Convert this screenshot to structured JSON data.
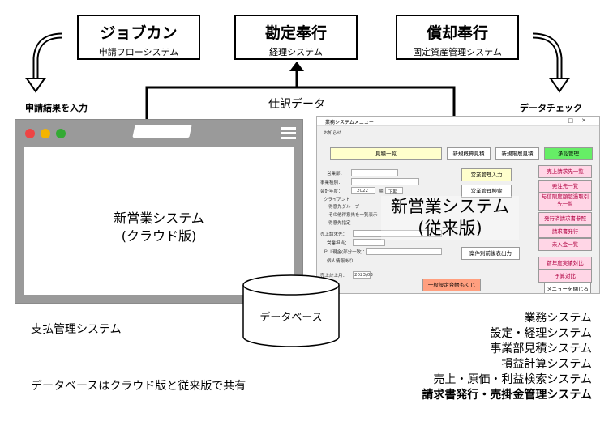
{
  "systems": {
    "jobcan": {
      "title": "ジョブカン",
      "subtitle": "申請フローシステム"
    },
    "kanjo": {
      "title": "勘定奉行",
      "subtitle": "経理システム"
    },
    "shokyaku": {
      "title": "償却奉行",
      "subtitle": "固定資産管理システム"
    }
  },
  "labels": {
    "left_flow": "申請結果を入力",
    "center_flow": "仕訳データ",
    "right_flow": "データチェック"
  },
  "browser": {
    "line1": "新営業システム",
    "line2": "(クラウド版)"
  },
  "app": {
    "window_title": "業務システムメニュー",
    "notice": "お知らせ",
    "top_buttons": [
      "見積一覧",
      "新規概算見積",
      "新規階層見積",
      "承認管理"
    ],
    "fields": {
      "department": "営業部：",
      "business_type": "事業種別：",
      "fiscal_year": "会計年度：",
      "year_value": "2022",
      "period": "期",
      "period_value": "下期",
      "client": "クライアント",
      "radio1": "得意先グループ",
      "radio2": "その他得意先を一覧表示",
      "radio3": "得意先指定",
      "sales_dest": "売上請求先：",
      "sales_person": "営業担当：",
      "pj": "ＰＪ現金(部分一致)：",
      "personal": "個人情報あり",
      "last_month": "売上計上月：",
      "last_month_value": "2023/03"
    },
    "mid_buttons": [
      "営業管理入力",
      "営業管理検索",
      "案件別前後表出力"
    ],
    "right_buttons": [
      "売上請求先一覧",
      "発注先一覧",
      "与信限度額超過取引先一覧",
      "発行済請求書参照",
      "請求書発行",
      "未入金一覧",
      "前年度実績対比",
      "予算対比",
      "メニューを閉じる"
    ],
    "bottom_button": "一般設定台帳もくじ"
  },
  "overlay": {
    "line1": "新営業システム",
    "line2": "(従来版)"
  },
  "database": "データベース",
  "payment": "支払管理システム",
  "shared_note": "データベースはクラウド版と従来版で共有",
  "system_list": [
    {
      "text": "業務システム",
      "bold": false
    },
    {
      "text": "設定・経理システム",
      "bold": false
    },
    {
      "text": "事業部見積システム",
      "bold": false
    },
    {
      "text": "損益計算システム",
      "bold": false
    },
    {
      "text": "売上・原価・利益検索システム",
      "bold": false
    },
    {
      "text": "請求書発行・売掛金管理システム",
      "bold": true
    }
  ],
  "colors": {
    "dot_red": "#ee4444",
    "dot_yellow": "#f5b400",
    "dot_green": "#33aa33",
    "accent_green": "#66ee66"
  }
}
